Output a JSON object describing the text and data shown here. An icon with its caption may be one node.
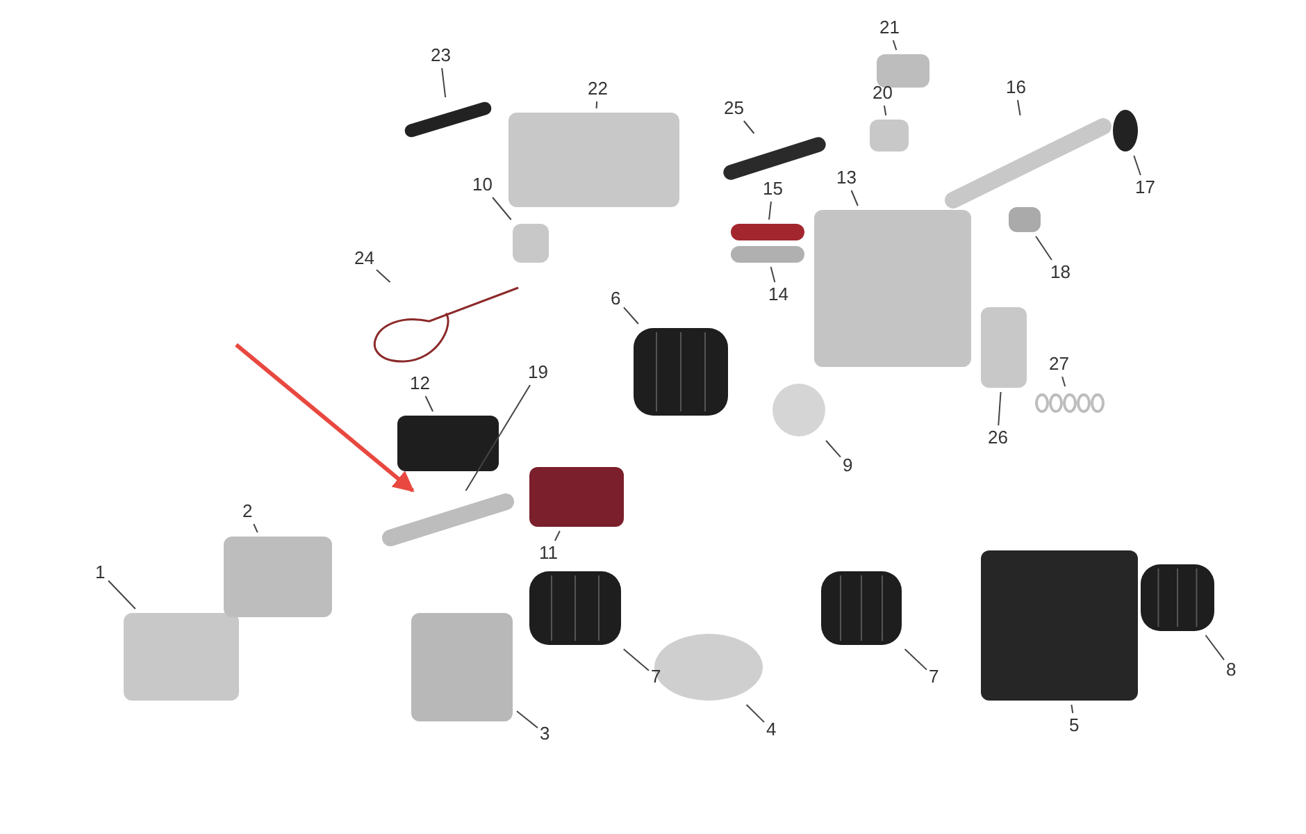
{
  "diagram": {
    "nodes": [
      {
        "text": [
          "1"
        ]
      },
      {
        "text": [
          "2"
        ]
      },
      {
        "text": [
          "3"
        ]
      },
      {
        "text": [
          "4"
        ]
      },
      {
        "text": [
          "5"
        ]
      },
      {
        "text": [
          "6"
        ]
      },
      {
        "text": [
          "7"
        ]
      },
      {
        "text": [
          "7"
        ]
      },
      {
        "text": [
          "8"
        ]
      },
      {
        "text": [
          "9"
        ]
      },
      {
        "text": [
          "10"
        ]
      },
      {
        "text": [
          "11"
        ]
      },
      {
        "text": [
          "12"
        ]
      },
      {
        "text": [
          "13"
        ]
      },
      {
        "text": [
          "14"
        ]
      },
      {
        "text": [
          "15"
        ]
      },
      {
        "text": [
          "16"
        ]
      },
      {
        "text": [
          "17"
        ]
      },
      {
        "text": [
          "18"
        ]
      },
      {
        "text": [
          "19"
        ]
      },
      {
        "text": [
          "20"
        ]
      },
      {
        "text": [
          "21"
        ]
      },
      {
        "text": [
          "22"
        ]
      },
      {
        "text": [
          "23"
        ]
      },
      {
        "text": [
          "24"
        ]
      },
      {
        "text": [
          "25"
        ]
      },
      {
        "text": [
          "26"
        ]
      },
      {
        "text": [
          "27"
        ]
      },
      {
        "text": [],
        "shape": "box"
      },
      {
        "text": [],
        "shape": "box"
      },
      {
        "text": [],
        "shape": "box"
      },
      {
        "text": [],
        "shape": "circle"
      },
      {
        "text": [],
        "shape": "box"
      },
      {
        "text": [],
        "shape": "picture"
      },
      {
        "text": [],
        "shape": "picture"
      },
      {
        "text": [],
        "shape": "picture"
      },
      {
        "text": [],
        "shape": "picture"
      },
      {
        "text": [],
        "shape": "circle"
      },
      {
        "text": [],
        "shape": "box"
      },
      {
        "text": [],
        "shape": "box"
      },
      {
        "text": [],
        "shape": "box"
      },
      {
        "text": [],
        "shape": "box"
      },
      {
        "text": [],
        "shape": "box"
      },
      {
        "text": [],
        "shape": "box"
      },
      {
        "text": [],
        "shape": "bar"
      },
      {
        "text": [],
        "shape": "circle"
      },
      {
        "text": [],
        "shape": "box"
      },
      {
        "text": [],
        "shape": "bar"
      },
      {
        "text": [],
        "shape": "box"
      },
      {
        "text": [],
        "shape": "box"
      },
      {
        "text": [],
        "shape": "box"
      },
      {
        "text": [],
        "shape": "bar"
      },
      {
        "text": [],
        "shape": "picture"
      },
      {
        "text": [],
        "shape": "bar"
      },
      {
        "text": [],
        "shape": "box"
      },
      {
        "text": [],
        "shape": "picture"
      }
    ],
    "edges": [
      {
        "from": 0,
        "to": 28,
        "arrow": "none"
      },
      {
        "from": 1,
        "to": 29,
        "arrow": "none"
      },
      {
        "from": 2,
        "to": 30,
        "arrow": "none"
      },
      {
        "from": 3,
        "to": 31,
        "arrow": "none"
      },
      {
        "from": 4,
        "to": 32,
        "arrow": "none"
      },
      {
        "from": 5,
        "to": 33,
        "arrow": "none"
      },
      {
        "from": 6,
        "to": 34,
        "arrow": "none"
      },
      {
        "from": 7,
        "to": 35,
        "arrow": "none"
      },
      {
        "from": 8,
        "to": 36,
        "arrow": "none"
      },
      {
        "from": 9,
        "to": 37,
        "arrow": "none"
      },
      {
        "from": 10,
        "to": 38,
        "arrow": "none"
      },
      {
        "from": 11,
        "to": 39,
        "arrow": "none"
      },
      {
        "from": 12,
        "to": 40,
        "arrow": "none"
      },
      {
        "from": 13,
        "to": 41,
        "arrow": "none"
      },
      {
        "from": 14,
        "to": 42,
        "arrow": "none"
      },
      {
        "from": 15,
        "to": 43,
        "arrow": "none"
      },
      {
        "from": 16,
        "to": 44,
        "arrow": "none"
      },
      {
        "from": 17,
        "to": 45,
        "arrow": "none"
      },
      {
        "from": 18,
        "to": 46,
        "arrow": "none"
      },
      {
        "from": 19,
        "to": 47,
        "arrow": "none"
      },
      {
        "from": 20,
        "to": 48,
        "arrow": "none"
      },
      {
        "from": 21,
        "to": 49,
        "arrow": "none"
      },
      {
        "from": 22,
        "to": 50,
        "arrow": "none"
      },
      {
        "from": 23,
        "to": 51,
        "arrow": "none"
      },
      {
        "from": 24,
        "to": 52,
        "arrow": "none"
      },
      {
        "from": 25,
        "to": 53,
        "arrow": "none"
      },
      {
        "from": 26,
        "to": 54,
        "arrow": "none"
      },
      {
        "from": 27,
        "to": 55,
        "arrow": "none"
      },
      {
        "from": null,
        "to": 47,
        "arrow": "to",
        "style": "thick",
        "color": "#e8483f"
      }
    ]
  }
}
